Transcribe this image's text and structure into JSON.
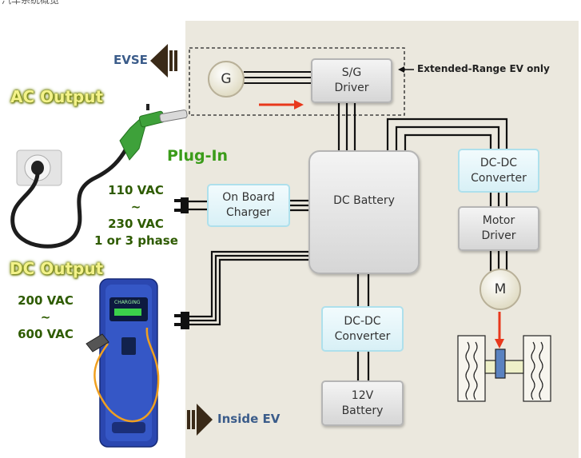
{
  "header_text": "汽车系统概览",
  "left": {
    "ac_output": "AC Output",
    "plug_in": "Plug-In",
    "ac_voltage": [
      "110 VAC",
      "~",
      "230 VAC",
      "1 or 3 phase"
    ],
    "dc_output": "DC Output",
    "dc_voltage": [
      "200 VAC",
      "~",
      "600 VAC"
    ],
    "charger_screen": "CHARGING"
  },
  "arrows": {
    "evse": "EVSE",
    "inside_ev": "Inside EV"
  },
  "blocks": {
    "generator": "G",
    "sg_driver": [
      "S/G",
      "Driver"
    ],
    "extended_range": "Extended-Range EV only",
    "on_board_charger": [
      "On Board",
      "Charger"
    ],
    "dc_battery": "DC Battery",
    "dcdc_top": [
      "DC-DC",
      "Converter"
    ],
    "motor_driver": [
      "Motor",
      "Driver"
    ],
    "motor": "M",
    "dcdc_bottom": [
      "DC-DC",
      "Converter"
    ],
    "battery_12v": [
      "12V",
      "Battery"
    ]
  },
  "colors": {
    "panel": "#ebe8de",
    "block_cyan": "#d8f0f6",
    "block_gray": "#dddddd",
    "arrow_red": "#e8381c",
    "wire": "#111111",
    "title_glow": "#f3f28a",
    "voltage_green": "#2e5b00",
    "label_blue": "#3b5c8a",
    "charger_blue": "#2b47b0",
    "cable_orange": "#f0a020"
  }
}
